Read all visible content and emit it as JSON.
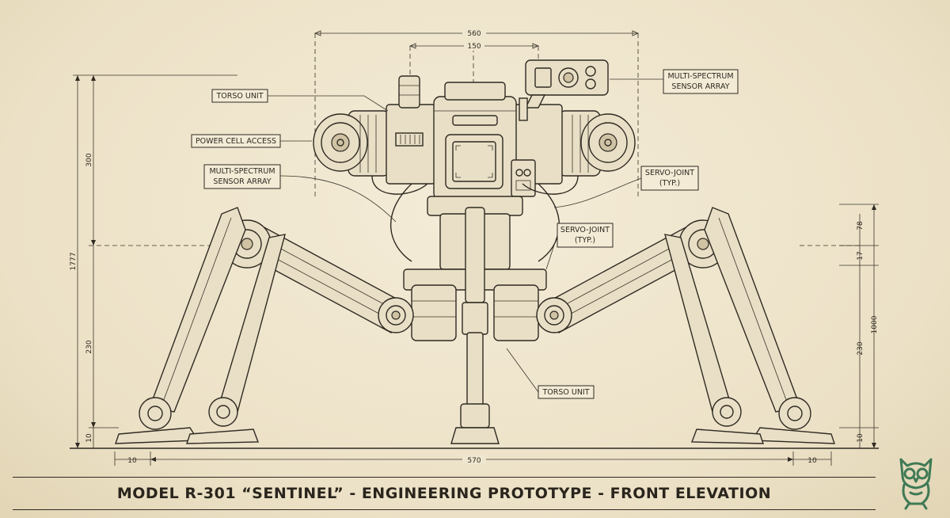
{
  "title": "MODEL R-301 “SENTINEL” - ENGINEERING PROTOTYPE - FRONT ELEVATION",
  "callouts": {
    "torso_unit_top": "TORSO UNIT",
    "power_cell_access": "POWER CELL ACCESS",
    "sensor_left_line1": "MULTI-SPECTRUM",
    "sensor_left_line2": "SENSOR ARRAY",
    "sensor_top_line1": "MULTI-SPECTRUM",
    "sensor_top_line2": "SENSOR ARRAY",
    "servo_right_line1": "SERVO-JOINT",
    "servo_right_line2": "(TYP.)",
    "servo_center_line1": "SERVO-JOINT",
    "servo_center_line2": "(TYP.)",
    "torso_unit_bottom": "TORSO UNIT"
  },
  "dimensions": {
    "top_overall": "560",
    "top_inner": "150",
    "left_overall": "1777",
    "left_upper": "300",
    "left_lower": "230",
    "left_foot": "10",
    "right_78": "78",
    "right_17": "17",
    "right_1000": "1000",
    "right_230": "230",
    "right_foot": "10",
    "bottom_left": "10",
    "bottom_overall": "570",
    "bottom_right": "10"
  },
  "colors": {
    "ink": "#2f2a22",
    "paper": "#efe6cf",
    "logo": "#3f7a55"
  },
  "logo_icon": "owl-icon"
}
